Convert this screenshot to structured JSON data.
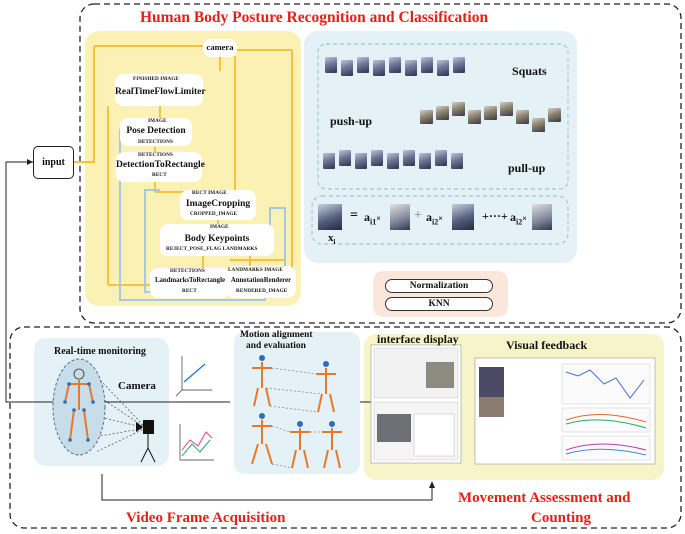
{
  "titles": {
    "recognition": "Human Body Posture Recognition and Classification",
    "acquisition": "Video Frame Acquisition",
    "assessment_line1": "Movement Assessment and",
    "assessment_line2": "Counting"
  },
  "input_label": "input",
  "pipeline": {
    "camera": "camera",
    "flow_limiter": "RealTimeFlowLimiter",
    "flow_limiter_in": "FINISHED  IMAGE",
    "pose_detection": "Pose Detection",
    "pose_in": "IMAGE",
    "pose_out": "DETECTIONS",
    "det_to_rect": "DetectionToRectangle",
    "det_to_rect_in": "DETECTIONS",
    "det_to_rect_out": "RECT",
    "cropping": "ImageCropping",
    "cropping_in": "RECT   IMAGE",
    "cropping_out": "CROPPED_IMAGE",
    "keypoints": "Body Keypoints",
    "keypoints_in": "IMAGE",
    "keypoints_out": "REJECT_POSE_FLAG   LANDMARKS",
    "landmarks_to_rect": "LandmarksToRectangle",
    "ltr_in": "DETECTIONS",
    "ltr_out": "RECT",
    "renderer": "AnnotationRenderer",
    "renderer_in": "LANDMARKS   IMAGE",
    "renderer_out": "RENDERED_IMAGE"
  },
  "classes": {
    "squats": "Squats",
    "pushup": "push-up",
    "pullup": "pull-up"
  },
  "formula": {
    "x": "x",
    "x_sub": "i",
    "eq": "=",
    "a11": "a",
    "a11_sub": "i1",
    "a12": "a",
    "a12_sub": "i2",
    "dots": "+···+",
    "a13": "a",
    "a13_sub": "i2",
    "times": "×",
    "plus": "+"
  },
  "methods": {
    "normalization": "Normalization",
    "knn": "KNN"
  },
  "acq": {
    "monitoring": "Real-time monitoring",
    "camera": "Camera",
    "motion_line1": "Motion alignment",
    "motion_line2": "and evaluation"
  },
  "assess": {
    "interface": "interface display",
    "feedback": "Visual feedback"
  },
  "colors": {
    "red": "#e3201b",
    "yellow_panel": "#fbf1b5",
    "blue_panel": "#e4f1f7",
    "pink_panel": "#fbe6dc",
    "assessment_panel": "#f7f4c9",
    "yellow_line": "#f5c33b",
    "blue_line": "#a7c7e7"
  }
}
